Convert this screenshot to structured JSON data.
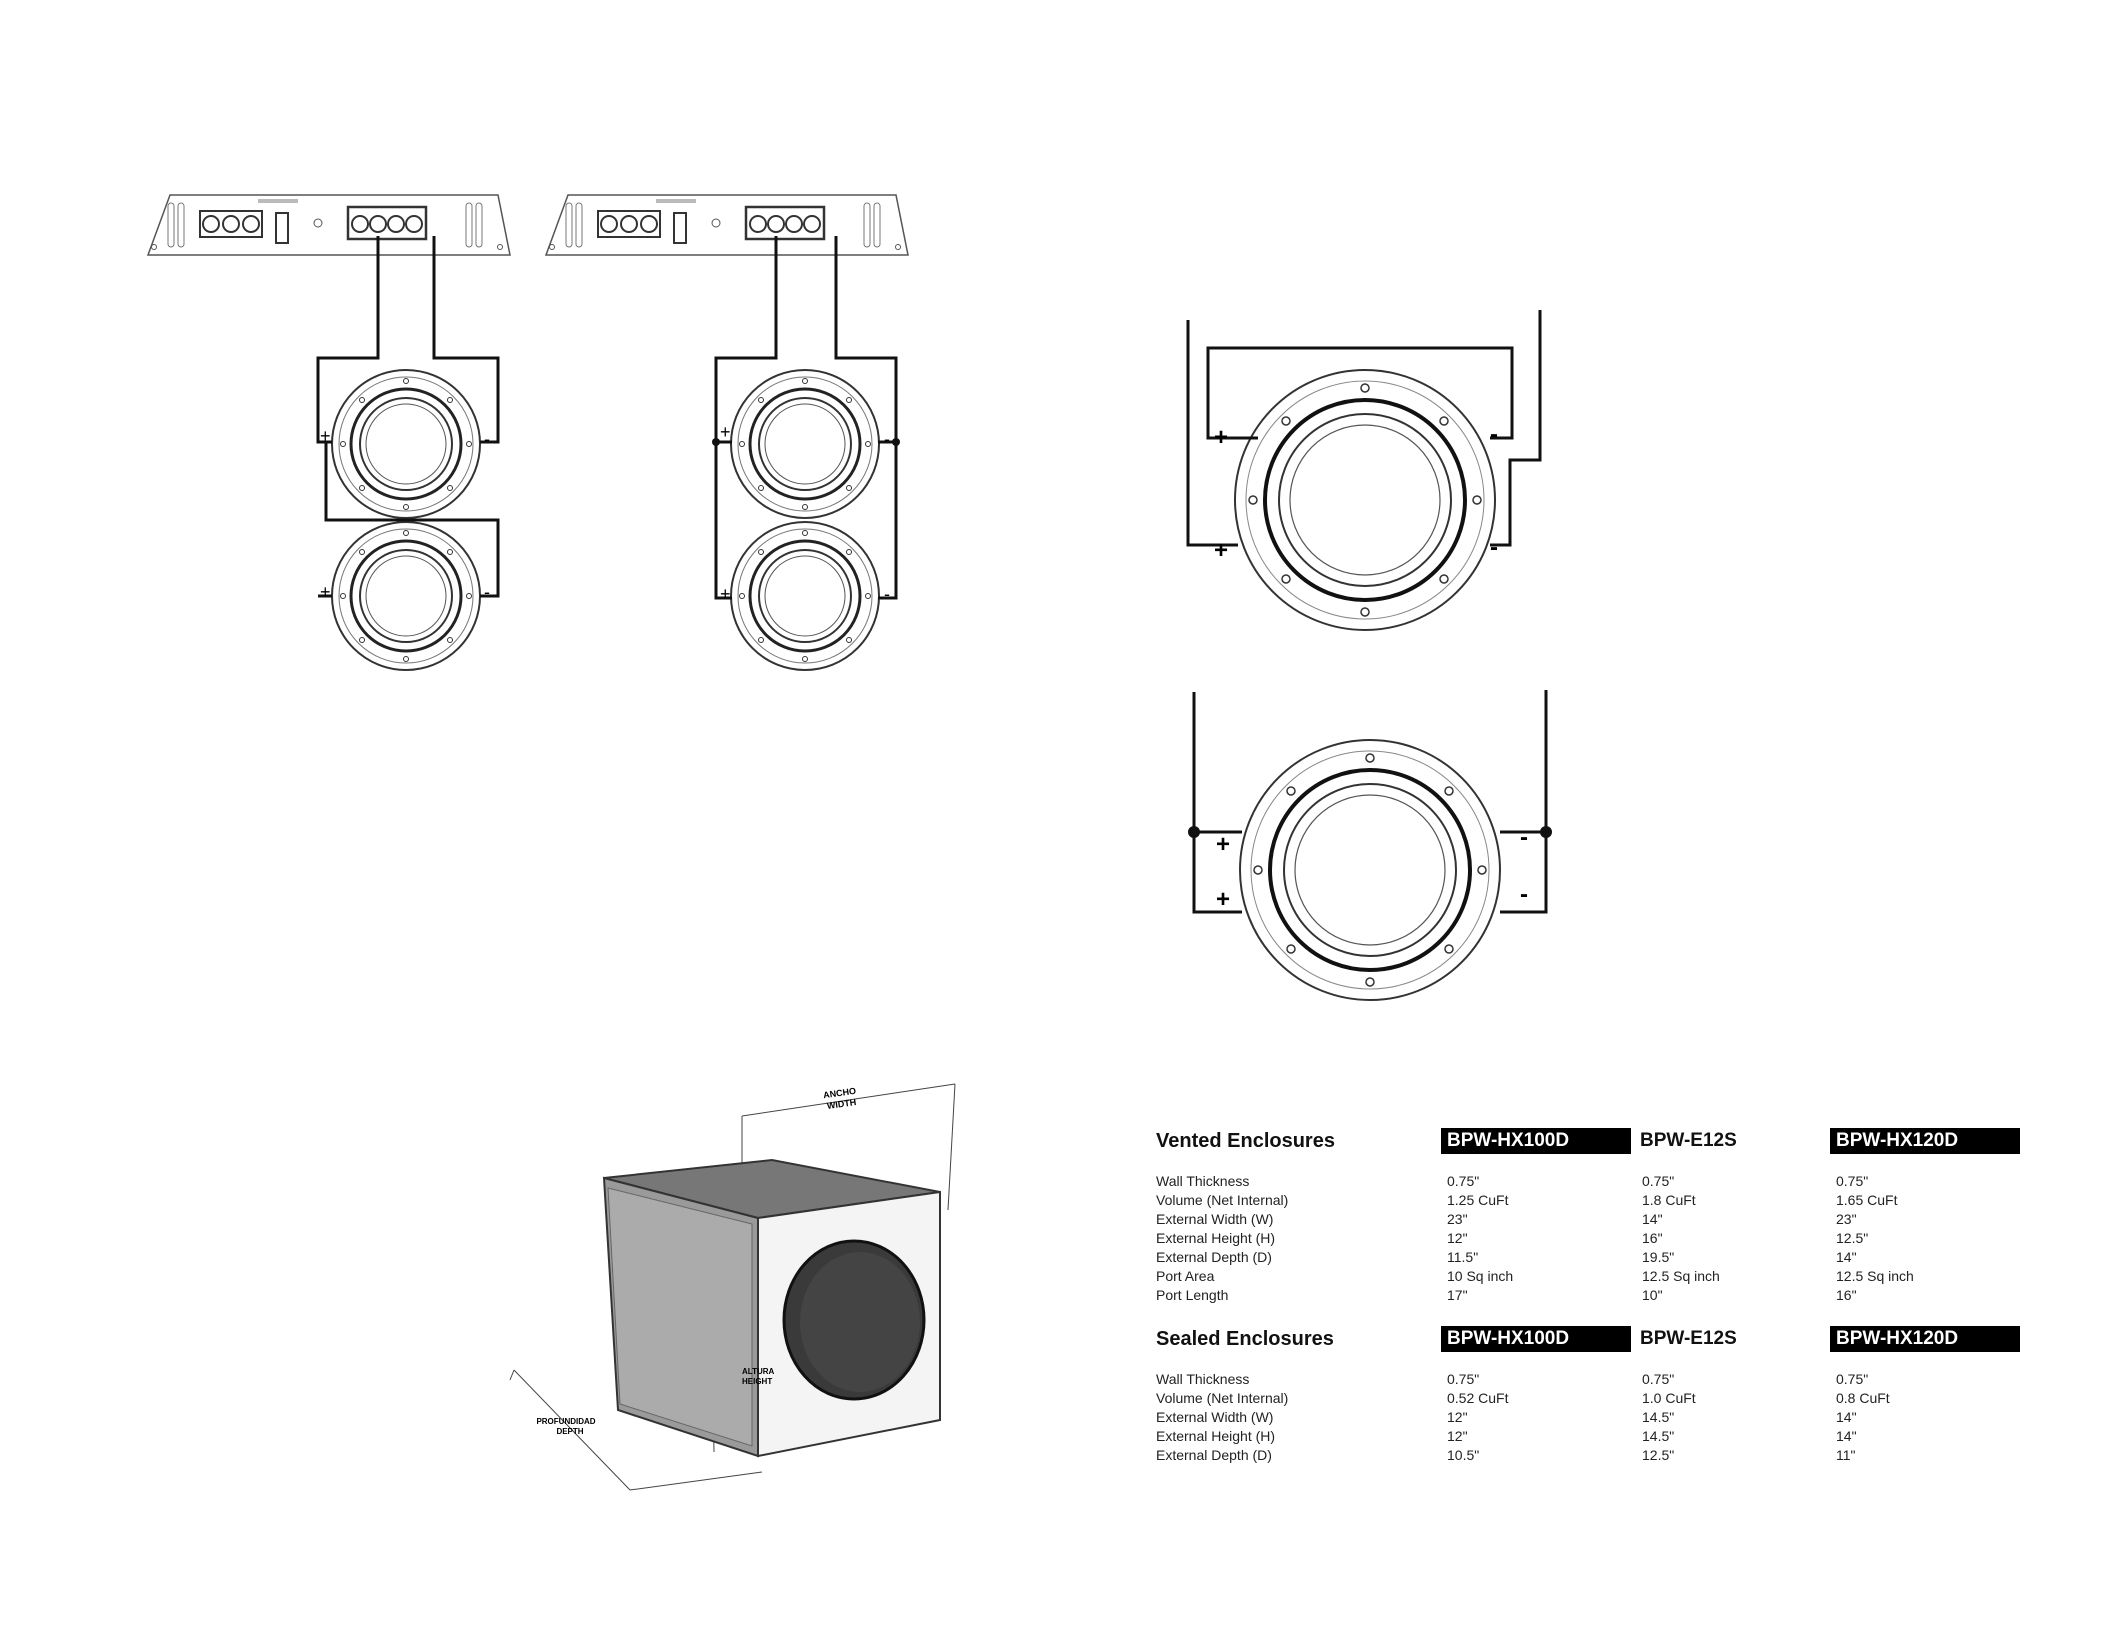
{
  "wiring": {
    "plus": "+",
    "minus": "-"
  },
  "enclosure_diagram": {
    "width_label": [
      "ANCHO",
      "WIDTH"
    ],
    "height_label": [
      "ALTURA",
      "HEIGHT"
    ],
    "depth_label": [
      "PROFUNDIDAD",
      "DEPTH"
    ]
  },
  "vented": {
    "title": "Vented Enclosures",
    "models": [
      "BPW-HX100D",
      "BPW-E12S",
      "BPW-HX120D"
    ],
    "rows": [
      {
        "label": "Wall Thickness",
        "values": [
          "0.75\"",
          "0.75\"",
          "0.75\""
        ]
      },
      {
        "label": "Volume (Net Internal)",
        "values": [
          "1.25 CuFt",
          "1.8 CuFt",
          "1.65 CuFt"
        ]
      },
      {
        "label": "External Width (W)",
        "values": [
          "23\"",
          "14\"",
          "23\""
        ]
      },
      {
        "label": "External Height (H)",
        "values": [
          "12\"",
          "16\"",
          "12.5\""
        ]
      },
      {
        "label": "External Depth (D)",
        "values": [
          "11.5\"",
          "19.5\"",
          "14\""
        ]
      },
      {
        "label": "Port Area",
        "values": [
          "10 Sq inch",
          "12.5 Sq inch",
          "12.5 Sq inch"
        ]
      },
      {
        "label": "Port Length",
        "values": [
          "17\"",
          "10\"",
          "16\""
        ]
      }
    ]
  },
  "sealed": {
    "title": "Sealed Enclosures",
    "models": [
      "BPW-HX100D",
      "BPW-E12S",
      "BPW-HX120D"
    ],
    "rows": [
      {
        "label": "Wall Thickness",
        "values": [
          "0.75\"",
          "0.75\"",
          "0.75\""
        ]
      },
      {
        "label": "Volume (Net Internal)",
        "values": [
          "0.52 CuFt",
          "1.0 CuFt",
          "0.8 CuFt"
        ]
      },
      {
        "label": "External Width (W)",
        "values": [
          "12\"",
          "14.5\"",
          "14\""
        ]
      },
      {
        "label": "External Height (H)",
        "values": [
          "12\"",
          "14.5\"",
          "14\""
        ]
      },
      {
        "label": "External Depth (D)",
        "values": [
          "10.5\"",
          "12.5\"",
          "11\""
        ]
      }
    ]
  }
}
